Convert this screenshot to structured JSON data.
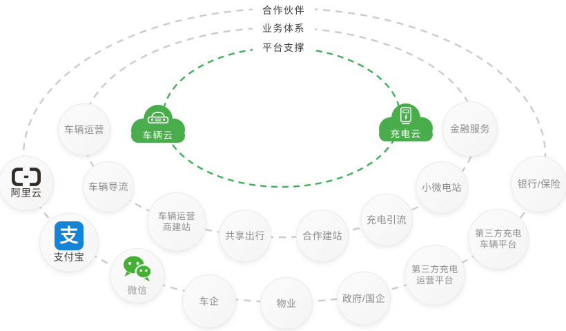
{
  "diagram": {
    "rings": [
      {
        "name": "partners",
        "label": "合作伙伴"
      },
      {
        "name": "business",
        "label": "业务体系"
      },
      {
        "name": "platform",
        "label": "平台支撑"
      }
    ],
    "platform": {
      "clouds": [
        {
          "label": "车辆云",
          "icon": "car-cloud-icon"
        },
        {
          "label": "充电云",
          "icon": "charging-cloud-icon"
        }
      ]
    },
    "business_nodes": [
      {
        "label": "车辆运营"
      },
      {
        "label": "车辆导流"
      },
      {
        "label": "车辆运营商建站",
        "lines": [
          "车辆运营",
          "商建站"
        ]
      },
      {
        "label": "共享出行"
      },
      {
        "label": "合作建站"
      },
      {
        "label": "充电引流"
      },
      {
        "label": "小微电站"
      },
      {
        "label": "金融服务"
      }
    ],
    "partner_nodes": [
      {
        "label": "阿里云",
        "brand": "aliyun",
        "icon": "aliyun-logo"
      },
      {
        "label": "支付宝",
        "brand": "alipay",
        "icon": "alipay-logo",
        "logo_char": "支"
      },
      {
        "label": "微信",
        "brand": "wechat",
        "icon": "wechat-logo"
      },
      {
        "label": "车企"
      },
      {
        "label": "物业"
      },
      {
        "label": "政府/国企"
      },
      {
        "label": "第三方充电运营平台",
        "lines": [
          "第三方充电",
          "运营平台"
        ]
      },
      {
        "label": "第三方充电车辆平台",
        "lines": [
          "第三方充电",
          "车辆平台"
        ]
      },
      {
        "label": "银行/保险"
      }
    ],
    "colors": {
      "cloud_green": "#49ad4c",
      "green_dash": "#3cb157",
      "gray_dash": "#cbcbcb",
      "node_fill": "#f7f7f7",
      "node_text": "#8c8c8c",
      "ring_label_text": "#3f3f3f",
      "alipay_blue": "#1583d6",
      "wechat_green": "#45b035",
      "aliyun_dark": "#332d28"
    }
  }
}
